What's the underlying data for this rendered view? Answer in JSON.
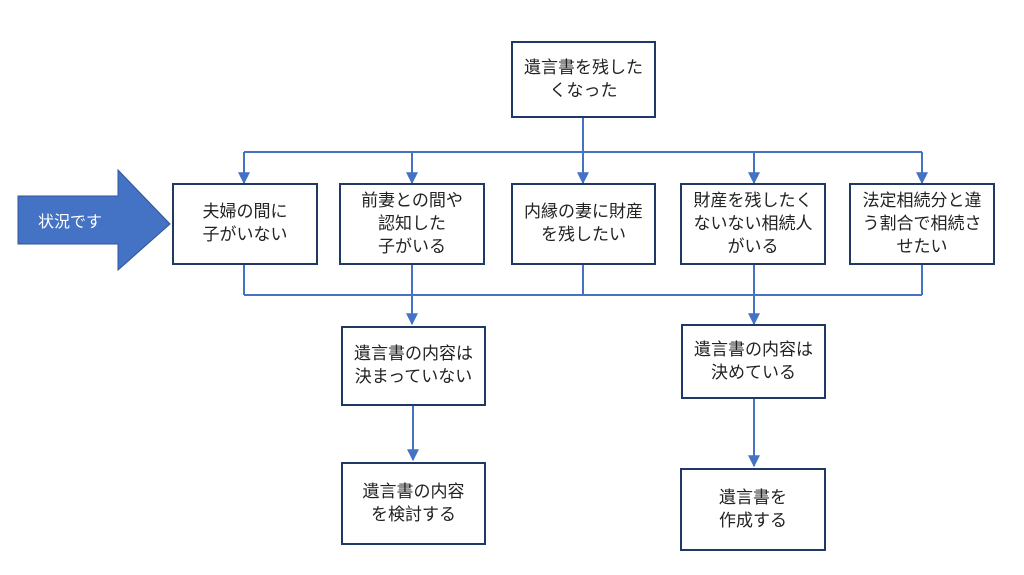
{
  "colors": {
    "connector": "#4472c4",
    "arrow_fill": "#4472c4",
    "box_border": "#1f3864",
    "text": "#222222"
  },
  "status_arrow": {
    "label": "状況です"
  },
  "top": {
    "label": "遺言書を残した\nくなった"
  },
  "situations": [
    {
      "label": "夫婦の間に\n子がいない"
    },
    {
      "label": "前妻との間や\n認知した\n子がいる"
    },
    {
      "label": "内縁の妻に財産\nを残したい"
    },
    {
      "label": "財産を残したく\nないない相続人\nがいる"
    },
    {
      "label": "法定相続分と違\nう割合で相続さ\nせたい"
    }
  ],
  "undecided": {
    "label": "遺言書の内容は\n決まっていない"
  },
  "decided": {
    "label": "遺言書の内容は\n決めている"
  },
  "review": {
    "label": "遺言書の内容\nを検討する"
  },
  "create": {
    "label": "遺言書を\n作成する"
  }
}
